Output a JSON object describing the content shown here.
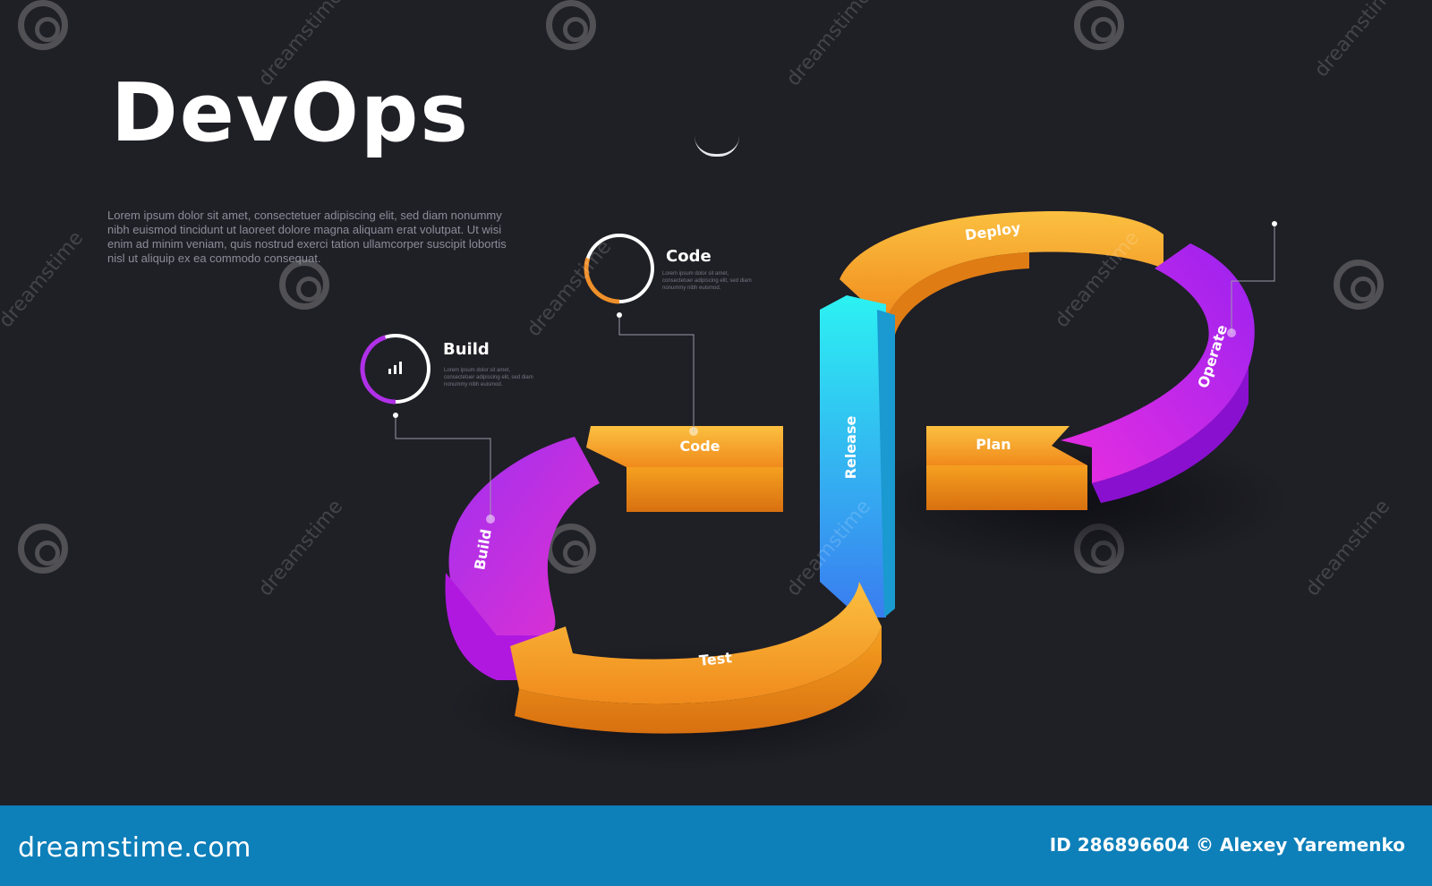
{
  "header": {
    "title": "DevOps",
    "intro": "Lorem ipsum dolor sit amet, consectetuer adipiscing elit, sed diam nonummy nibh euismod tincidunt ut laoreet dolore magna aliquam erat volutpat. Ut wisi enim ad minim veniam, quis nostrud exerci tation ullamcorper suscipit lobortis nisl ut aliquip ex ea commodo consequat."
  },
  "callouts": [
    {
      "title": "Code",
      "desc": "Lorem ipsum dolor sit amet, consectetuer adipiscing elit, sed diam nonummy nibh euismod.",
      "ring_color": "#f0902a",
      "progress": 0.3
    },
    {
      "title": "Build",
      "desc": "Lorem ipsum dolor sit amet, consectetuer adipiscing elit, sed diam nonummy nibh euismod.",
      "ring_color": "#b030e8",
      "progress": 0.45
    }
  ],
  "stages": {
    "deploy": "Deploy",
    "operate": "Operate",
    "plan": "Plan",
    "release": "Release",
    "code": "Code",
    "build": "Build",
    "test": "Test"
  },
  "colors": {
    "background": "#1f1f26",
    "orange": "#f5a623",
    "purple": "#a020f0",
    "magenta": "#e020e0",
    "cyan": "#20e0f0",
    "blue": "#3a8df0",
    "footer": "#0d7fb9"
  },
  "icons": [
    "bar-chart-icon",
    "dreamstime-logo-icon"
  ],
  "footer": {
    "logo": "dreamstime.com",
    "credit": "ID 286896604 © Alexey Yaremenko"
  }
}
